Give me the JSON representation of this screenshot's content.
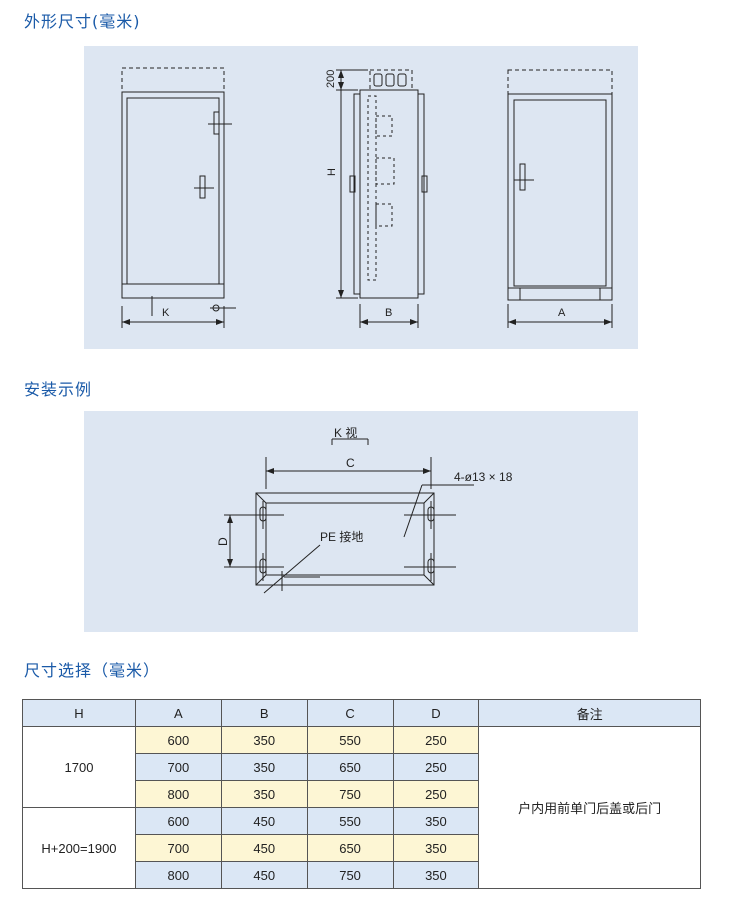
{
  "sections": {
    "dimensions_title": "外形尺寸(毫米)",
    "install_title": "安装示例",
    "selection_title": "尺寸选择（毫米）"
  },
  "drawing1": {
    "label_k": "K",
    "label_200": "200",
    "label_h": "H",
    "label_b": "B",
    "label_a": "A"
  },
  "drawing2": {
    "view_label": "K 视",
    "label_c": "C",
    "label_d": "D",
    "holes_label": "4-ø13 × 18",
    "pe_label": "PE 接地"
  },
  "table": {
    "headers": [
      "H",
      "A",
      "B",
      "C",
      "D",
      "备注"
    ],
    "groups": [
      {
        "h": "1700",
        "rows": [
          {
            "a": "600",
            "b": "350",
            "c": "550",
            "d": "250"
          },
          {
            "a": "700",
            "b": "350",
            "c": "650",
            "d": "250"
          },
          {
            "a": "800",
            "b": "350",
            "c": "750",
            "d": "250"
          }
        ]
      },
      {
        "h": "H+200=1900",
        "rows": [
          {
            "a": "600",
            "b": "450",
            "c": "550",
            "d": "350"
          },
          {
            "a": "700",
            "b": "450",
            "c": "650",
            "d": "350"
          },
          {
            "a": "800",
            "b": "450",
            "c": "750",
            "d": "350"
          }
        ]
      }
    ],
    "note": "户内用前单门后盖或后门"
  },
  "colors": {
    "title": "#1a5aa8",
    "panel": "#dde6f2",
    "row_yellow": "#fdf6d4",
    "row_blue": "#dbe7f5"
  }
}
